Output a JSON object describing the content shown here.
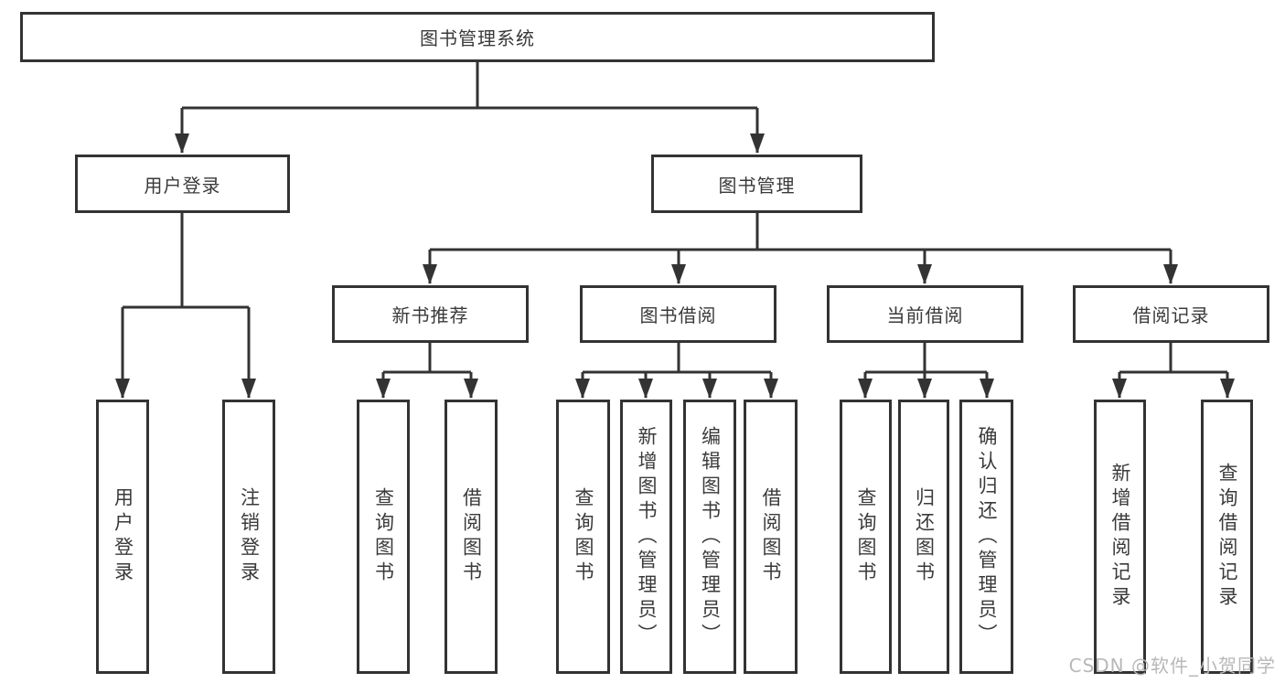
{
  "diagram": {
    "root": {
      "label": "图书管理系统",
      "children": [
        {
          "label": "用户登录",
          "children": [
            {
              "label": "用户登录"
            },
            {
              "label": "注销登录"
            }
          ]
        },
        {
          "label": "图书管理",
          "children": [
            {
              "label": "新书推荐",
              "children": [
                {
                  "label": "查询图书"
                },
                {
                  "label": "借阅图书"
                }
              ]
            },
            {
              "label": "图书借阅",
              "children": [
                {
                  "label": "查询图书"
                },
                {
                  "label": "新增图书（管理员）"
                },
                {
                  "label": "编辑图书（管理员）"
                },
                {
                  "label": "借阅图书"
                }
              ]
            },
            {
              "label": "当前借阅",
              "children": [
                {
                  "label": "查询图书"
                },
                {
                  "label": "归还图书"
                },
                {
                  "label": "确认归还（管理员）"
                }
              ]
            },
            {
              "label": "借阅记录",
              "children": [
                {
                  "label": "新增借阅记录"
                },
                {
                  "label": "查询借阅记录"
                }
              ]
            }
          ]
        }
      ]
    }
  },
  "watermark": {
    "text": "CSDN @软件_小贺同学"
  },
  "colors": {
    "line": "#333333",
    "text": "#3a3a3a",
    "watermark": "#b8b8b8",
    "background": "#ffffff"
  }
}
